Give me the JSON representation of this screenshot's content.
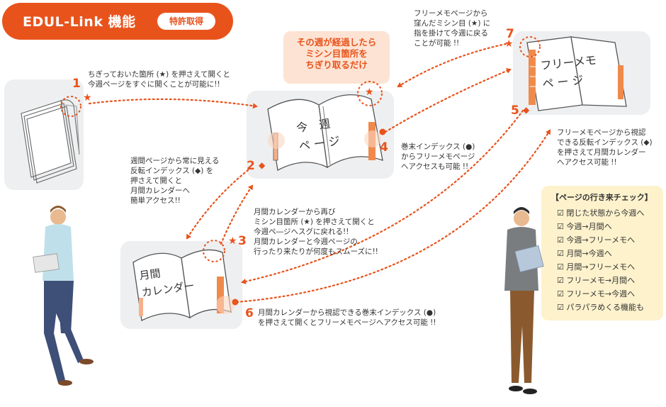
{
  "header": {
    "title": "EDUL-Link 機能",
    "badge": "特許取得"
  },
  "callout": {
    "text": "その週が経過したら\nミシン目箇所を\nちぎり取るだけ"
  },
  "books": {
    "weekly": "今　週\nペ ー ジ",
    "free": "フリーメモ\nペ ー ジ",
    "monthly": "月間\nカレンダー"
  },
  "steps": [
    {
      "num": "1",
      "mark": "★",
      "lines": [
        "ちぎっておいた箇所 (★) を押さえて開くと",
        "今週ページをすぐに開くことが可能に!!"
      ]
    },
    {
      "num": "2",
      "mark": "◆",
      "lines": [
        "週間ページから常に見える",
        "反転インデックス (◆) を",
        "押さえて開くと",
        "月間カレンダーへ",
        "簡単アクセス!!"
      ]
    },
    {
      "num": "3",
      "mark": "★",
      "lines": [
        "月間カレンダーから再び",
        "ミシン目箇所 (★) を押さえて開くと",
        "今週ペ―ジへスグに戻れる!!",
        "月間カレンダーと今週ページの",
        "行ったり来たりが何度もスムーズに!!"
      ]
    },
    {
      "num": "4",
      "mark": "●",
      "lines": [
        "巻末インデックス (●)",
        "からフリーメモページ",
        "へアクセスも可能 !!"
      ]
    },
    {
      "num": "5",
      "mark": "◆",
      "lines": [
        "フリーメモページから視認",
        "できる反転インデックス (◆)",
        "を押さえて月間カレンダー",
        "へアクセス可能 !!"
      ]
    },
    {
      "num": "6",
      "mark": "●",
      "lines": [
        "月間カレンダーから視認できる巻末インデックス (●)",
        "を押さえて開くとフリーメモページへアクセス可能 !!"
      ]
    },
    {
      "num": "7",
      "mark": "★",
      "lines": [
        "フリーメモページから",
        "窪んだミシン目 (★) に",
        "指を掛けて今週に戻る",
        "ことが可能 !!"
      ]
    }
  ],
  "checklist": {
    "title": "【ページの行き来チェック】",
    "items": [
      "閉じた状態から今週へ",
      "今週→月間へ",
      "今週→フリーメモへ",
      "月間→今週へ",
      "月間→フリーメモへ",
      "フリーメモ→月間へ",
      "フリーメモ→今週へ",
      "パラパラめくる機能も"
    ]
  },
  "colors": {
    "accent": "#e8531c",
    "card": "#eeeff0",
    "callout": "#fde3d3",
    "checklist": "#fdf2cc"
  }
}
